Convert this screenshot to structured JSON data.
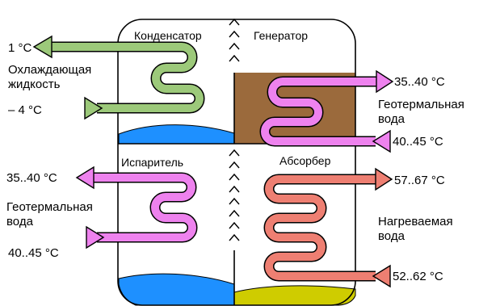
{
  "headers": {
    "condenser": "Конденсатор",
    "generator": "Генератор",
    "evaporator": "Испаритель",
    "absorber": "Абсорбер"
  },
  "condenser_side": {
    "temp_out": "1 °C",
    "fluid_line1": "Охлаждающая",
    "fluid_line2": "жидкость",
    "temp_in": "– 4 °C"
  },
  "generator_side": {
    "temp_out": "35..40 °C",
    "fluid_line1": "Геотермальная",
    "fluid_line2": "вода",
    "temp_in": "40..45 °C"
  },
  "evaporator_side": {
    "temp_out": "35..40 °C",
    "fluid_line1": "Геотермальная",
    "fluid_line2": "вода",
    "temp_in": "40..45 °C"
  },
  "absorber_side": {
    "temp_out": "57..67 °C",
    "fluid_line1": "Нагреваемая",
    "fluid_line2": "вода",
    "temp_in": "52..62 °C"
  },
  "colors": {
    "condenser_coil": "#9cc97a",
    "generator_coil": "#ee82ee",
    "evaporator_coil": "#ee82ee",
    "absorber_coil": "#ee7f72",
    "water_blue": "#1e90ff",
    "brown_liquid": "#9b6a3c",
    "yellow_liquid": "#cfcc00"
  }
}
